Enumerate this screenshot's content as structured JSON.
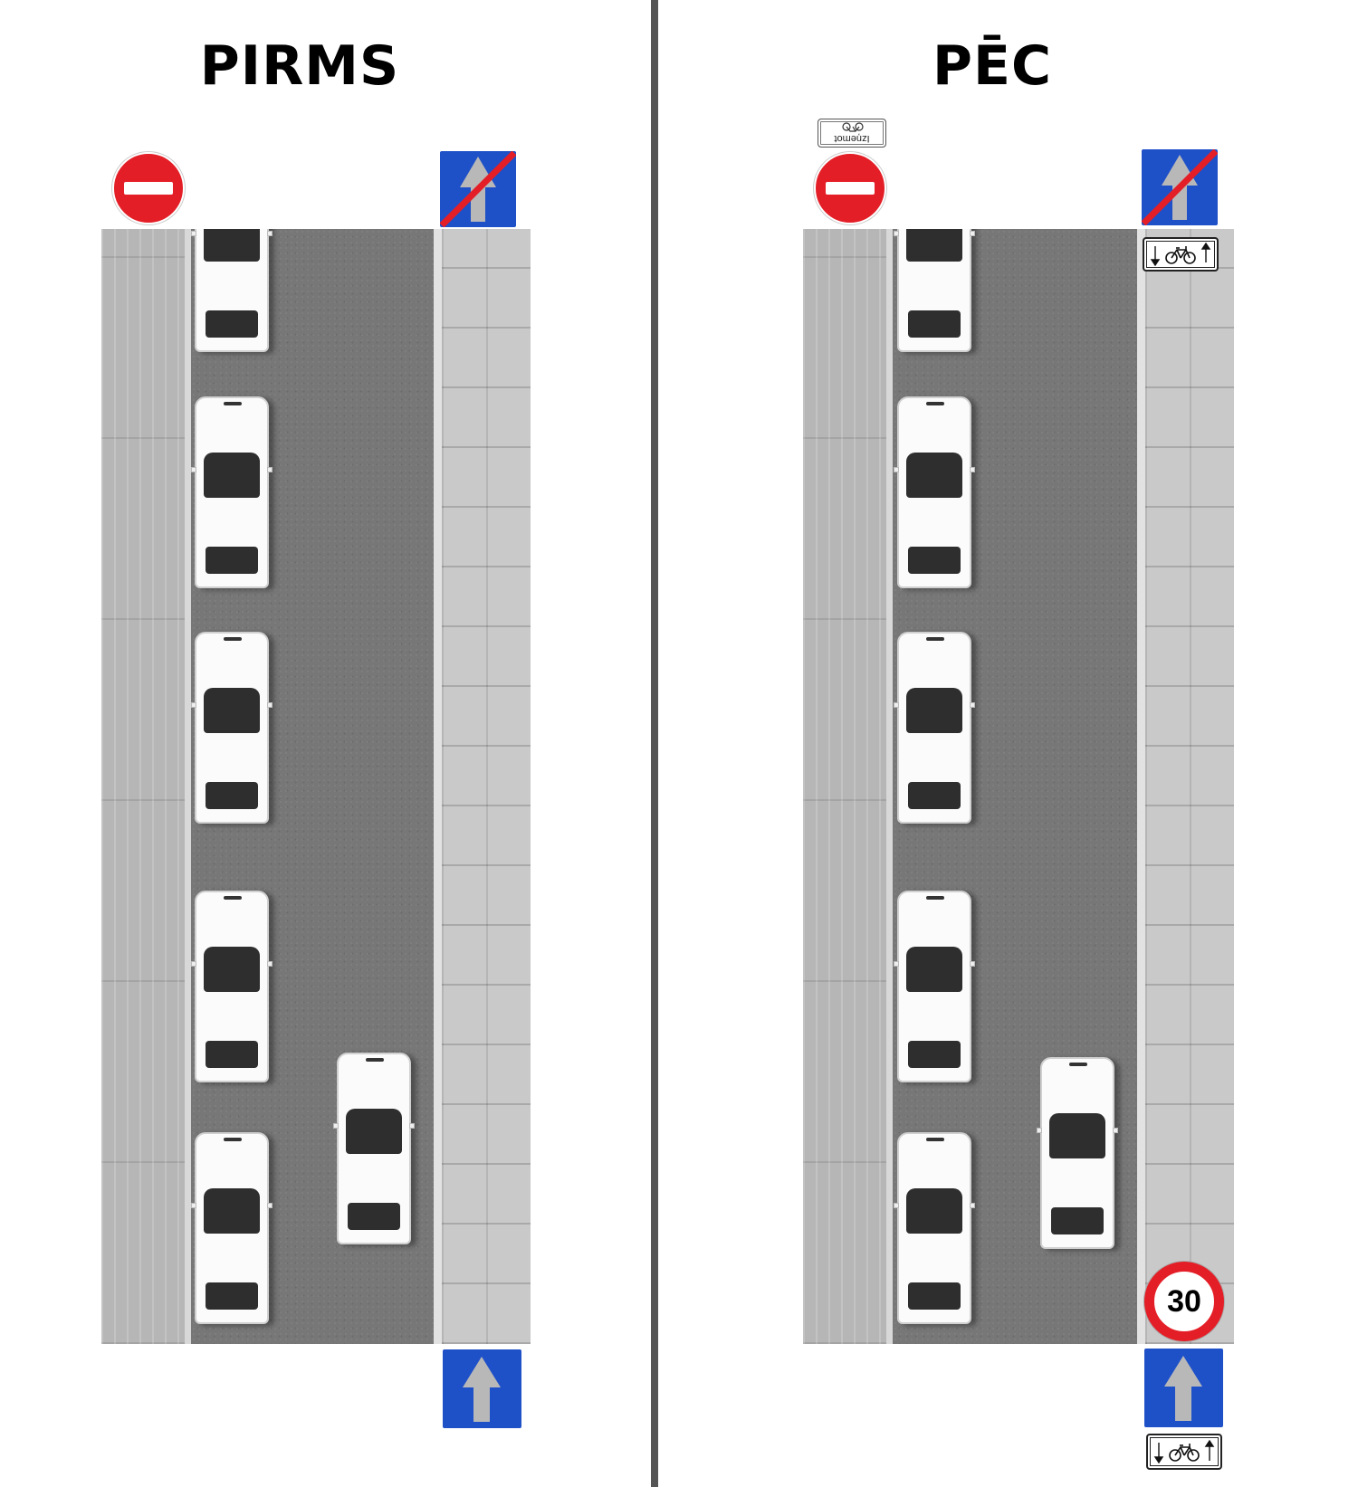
{
  "titles": {
    "before": "PIRMS",
    "after": "PĒC"
  },
  "signs": {
    "no_entry": "no-entry-sign",
    "one_way_end": "end-of-one-way-sign",
    "one_way": "one-way-road-sign",
    "cyclists_both_directions": "bicycle-two-way-plate",
    "speed_limit": {
      "value": "30"
    },
    "exception_plate": {
      "text": "Izņemot"
    }
  },
  "colors": {
    "sign_red": "#e41e26",
    "sign_blue": "#1e50c8",
    "divider": "#555555",
    "asphalt": "#777777",
    "car": "#fbfbfb"
  }
}
